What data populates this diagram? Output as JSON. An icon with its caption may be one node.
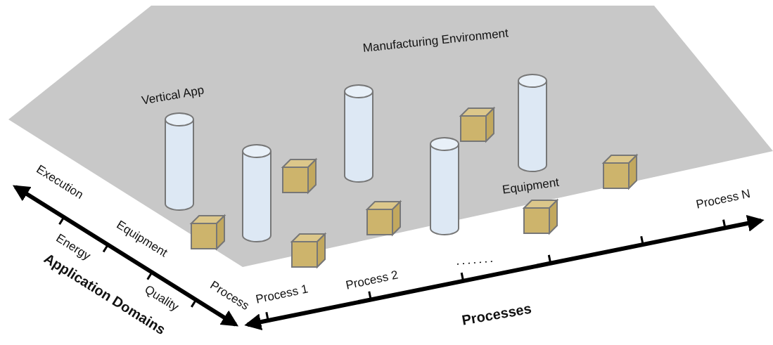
{
  "diagram": {
    "nodes": [
      {
        "text": [
          "Manufacturing Environment"
        ]
      }
    ],
    "edges": [],
    "labels": [
      "Vertical App",
      "Equipment",
      "Execution",
      "Equipment",
      "Process N",
      "Energy",
      "Process",
      "Process 1",
      "Process 2",
      "Quality",
      "Application Domains",
      "Processes"
    ]
  }
}
